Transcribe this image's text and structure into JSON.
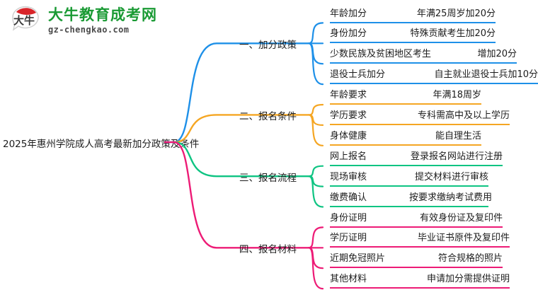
{
  "logo": {
    "cn_name": "大牛教育成考网",
    "domain": "gz-chengkao.com",
    "mark_text": "大牛",
    "mark_color": "#d9252a",
    "cn_color": "#1a9a34"
  },
  "mindmap": {
    "center_topic": "2025年惠州学院成人高考最新加分政策及条件",
    "branches": [
      {
        "label": "一、加分政策",
        "color": "#1e90e8",
        "items": [
          {
            "key": "年龄加分",
            "value": "年满25周岁加20分"
          },
          {
            "key": "身份加分",
            "value": "特殊贡献考生加20分"
          },
          {
            "key": "少数民族及贫困地区考生",
            "value": "增加20分"
          },
          {
            "key": "退役士兵加分",
            "value": "自主就业退役士兵加10分"
          }
        ]
      },
      {
        "label": "二、报名条件",
        "color": "#f5a623",
        "items": [
          {
            "key": "年龄要求",
            "value": "年满18周岁"
          },
          {
            "key": "学历要求",
            "value": "专科需高中及以上学历"
          },
          {
            "key": "身体健康",
            "value": "能自理生活"
          }
        ]
      },
      {
        "label": "三、报名流程",
        "color": "#0ec482",
        "items": [
          {
            "key": "网上报名",
            "value": "登录报名网站进行注册"
          },
          {
            "key": "现场审核",
            "value": "提交材料进行审核"
          },
          {
            "key": "缴费确认",
            "value": "按要求缴纳考试费用"
          }
        ]
      },
      {
        "label": "四、报名材料",
        "color": "#ed1b76",
        "items": [
          {
            "key": "身份证明",
            "value": "有效身份证及复印件"
          },
          {
            "key": "学历证明",
            "value": "毕业证书原件及复印件"
          },
          {
            "key": "近期免冠照片",
            "value": "符合规格的照片"
          },
          {
            "key": "其他材料",
            "value": "申请加分需提供证明"
          }
        ]
      }
    ]
  }
}
